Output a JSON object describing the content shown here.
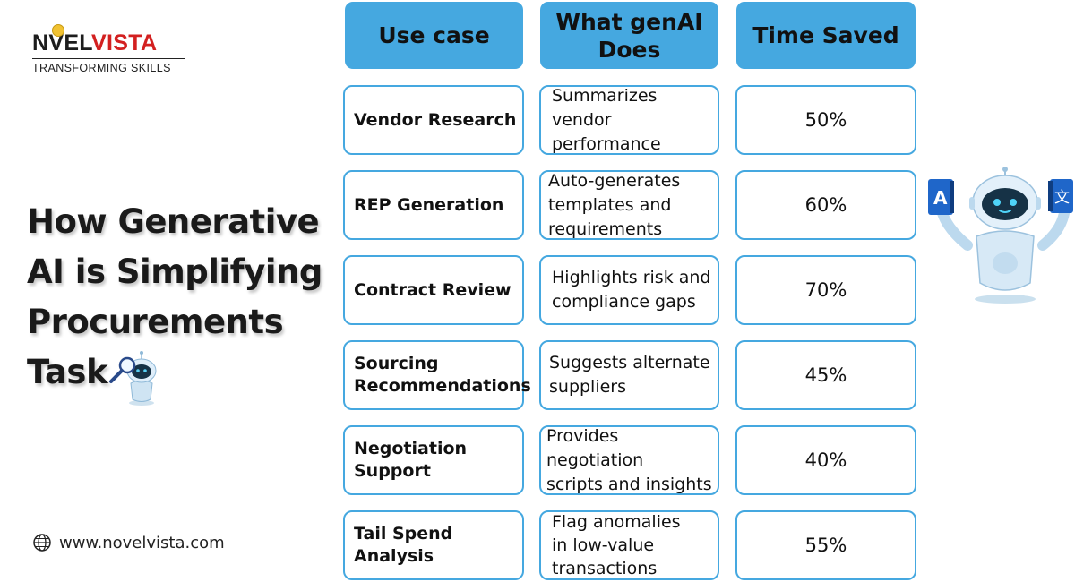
{
  "brand": {
    "name_part1": "N",
    "name_part2": "VEL",
    "name_part3": "VISTA",
    "tagline": "TRANSFORMING SKILLS",
    "website": "www.novelvista.com"
  },
  "headline": {
    "line1": "How Generative",
    "line2": "AI is Simplifying",
    "line3": "Procurements",
    "line4": "Task"
  },
  "table": {
    "headers": {
      "col1": "Use case",
      "col2_line1": "What genAI",
      "col2_line2": "Does",
      "col3": "Time Saved"
    },
    "rows": [
      {
        "use_case_lines": [
          "Vendor Research"
        ],
        "what_lines": [
          "Summarizes",
          "vendor",
          "performance"
        ],
        "time_saved": "50%"
      },
      {
        "use_case_lines": [
          "REP Generation"
        ],
        "what_lines": [
          "Auto-generates",
          "templates and",
          "requirements"
        ],
        "time_saved": "60%"
      },
      {
        "use_case_lines": [
          "Contract Review"
        ],
        "what_lines": [
          "Highlights risk and",
          "compliance gaps"
        ],
        "time_saved": "70%"
      },
      {
        "use_case_lines": [
          "Sourcing",
          "Recommendations"
        ],
        "what_lines": [
          "Suggests alternate",
          "suppliers"
        ],
        "time_saved": "45%"
      },
      {
        "use_case_lines": [
          "Negotiation",
          "Support"
        ],
        "what_lines": [
          "Provides negotiation",
          "scripts and insights"
        ],
        "time_saved": "40%"
      },
      {
        "use_case_lines": [
          "Tail Spend",
          "Analysis"
        ],
        "what_lines": [
          "Flag anomalies",
          "in low-value",
          "transactions"
        ],
        "time_saved": "55%"
      }
    ]
  },
  "robot_books": {
    "left_letter": "A",
    "right_letter": "文"
  },
  "colors": {
    "accent_blue": "#45a8e0",
    "brand_red": "#d32020",
    "text_dark": "#1a1a1a"
  },
  "icons": {
    "globe": "globe-icon",
    "robot": "robot-mascot-icon",
    "magnifier": "magnifying-glass-icon",
    "book": "book-icon"
  }
}
